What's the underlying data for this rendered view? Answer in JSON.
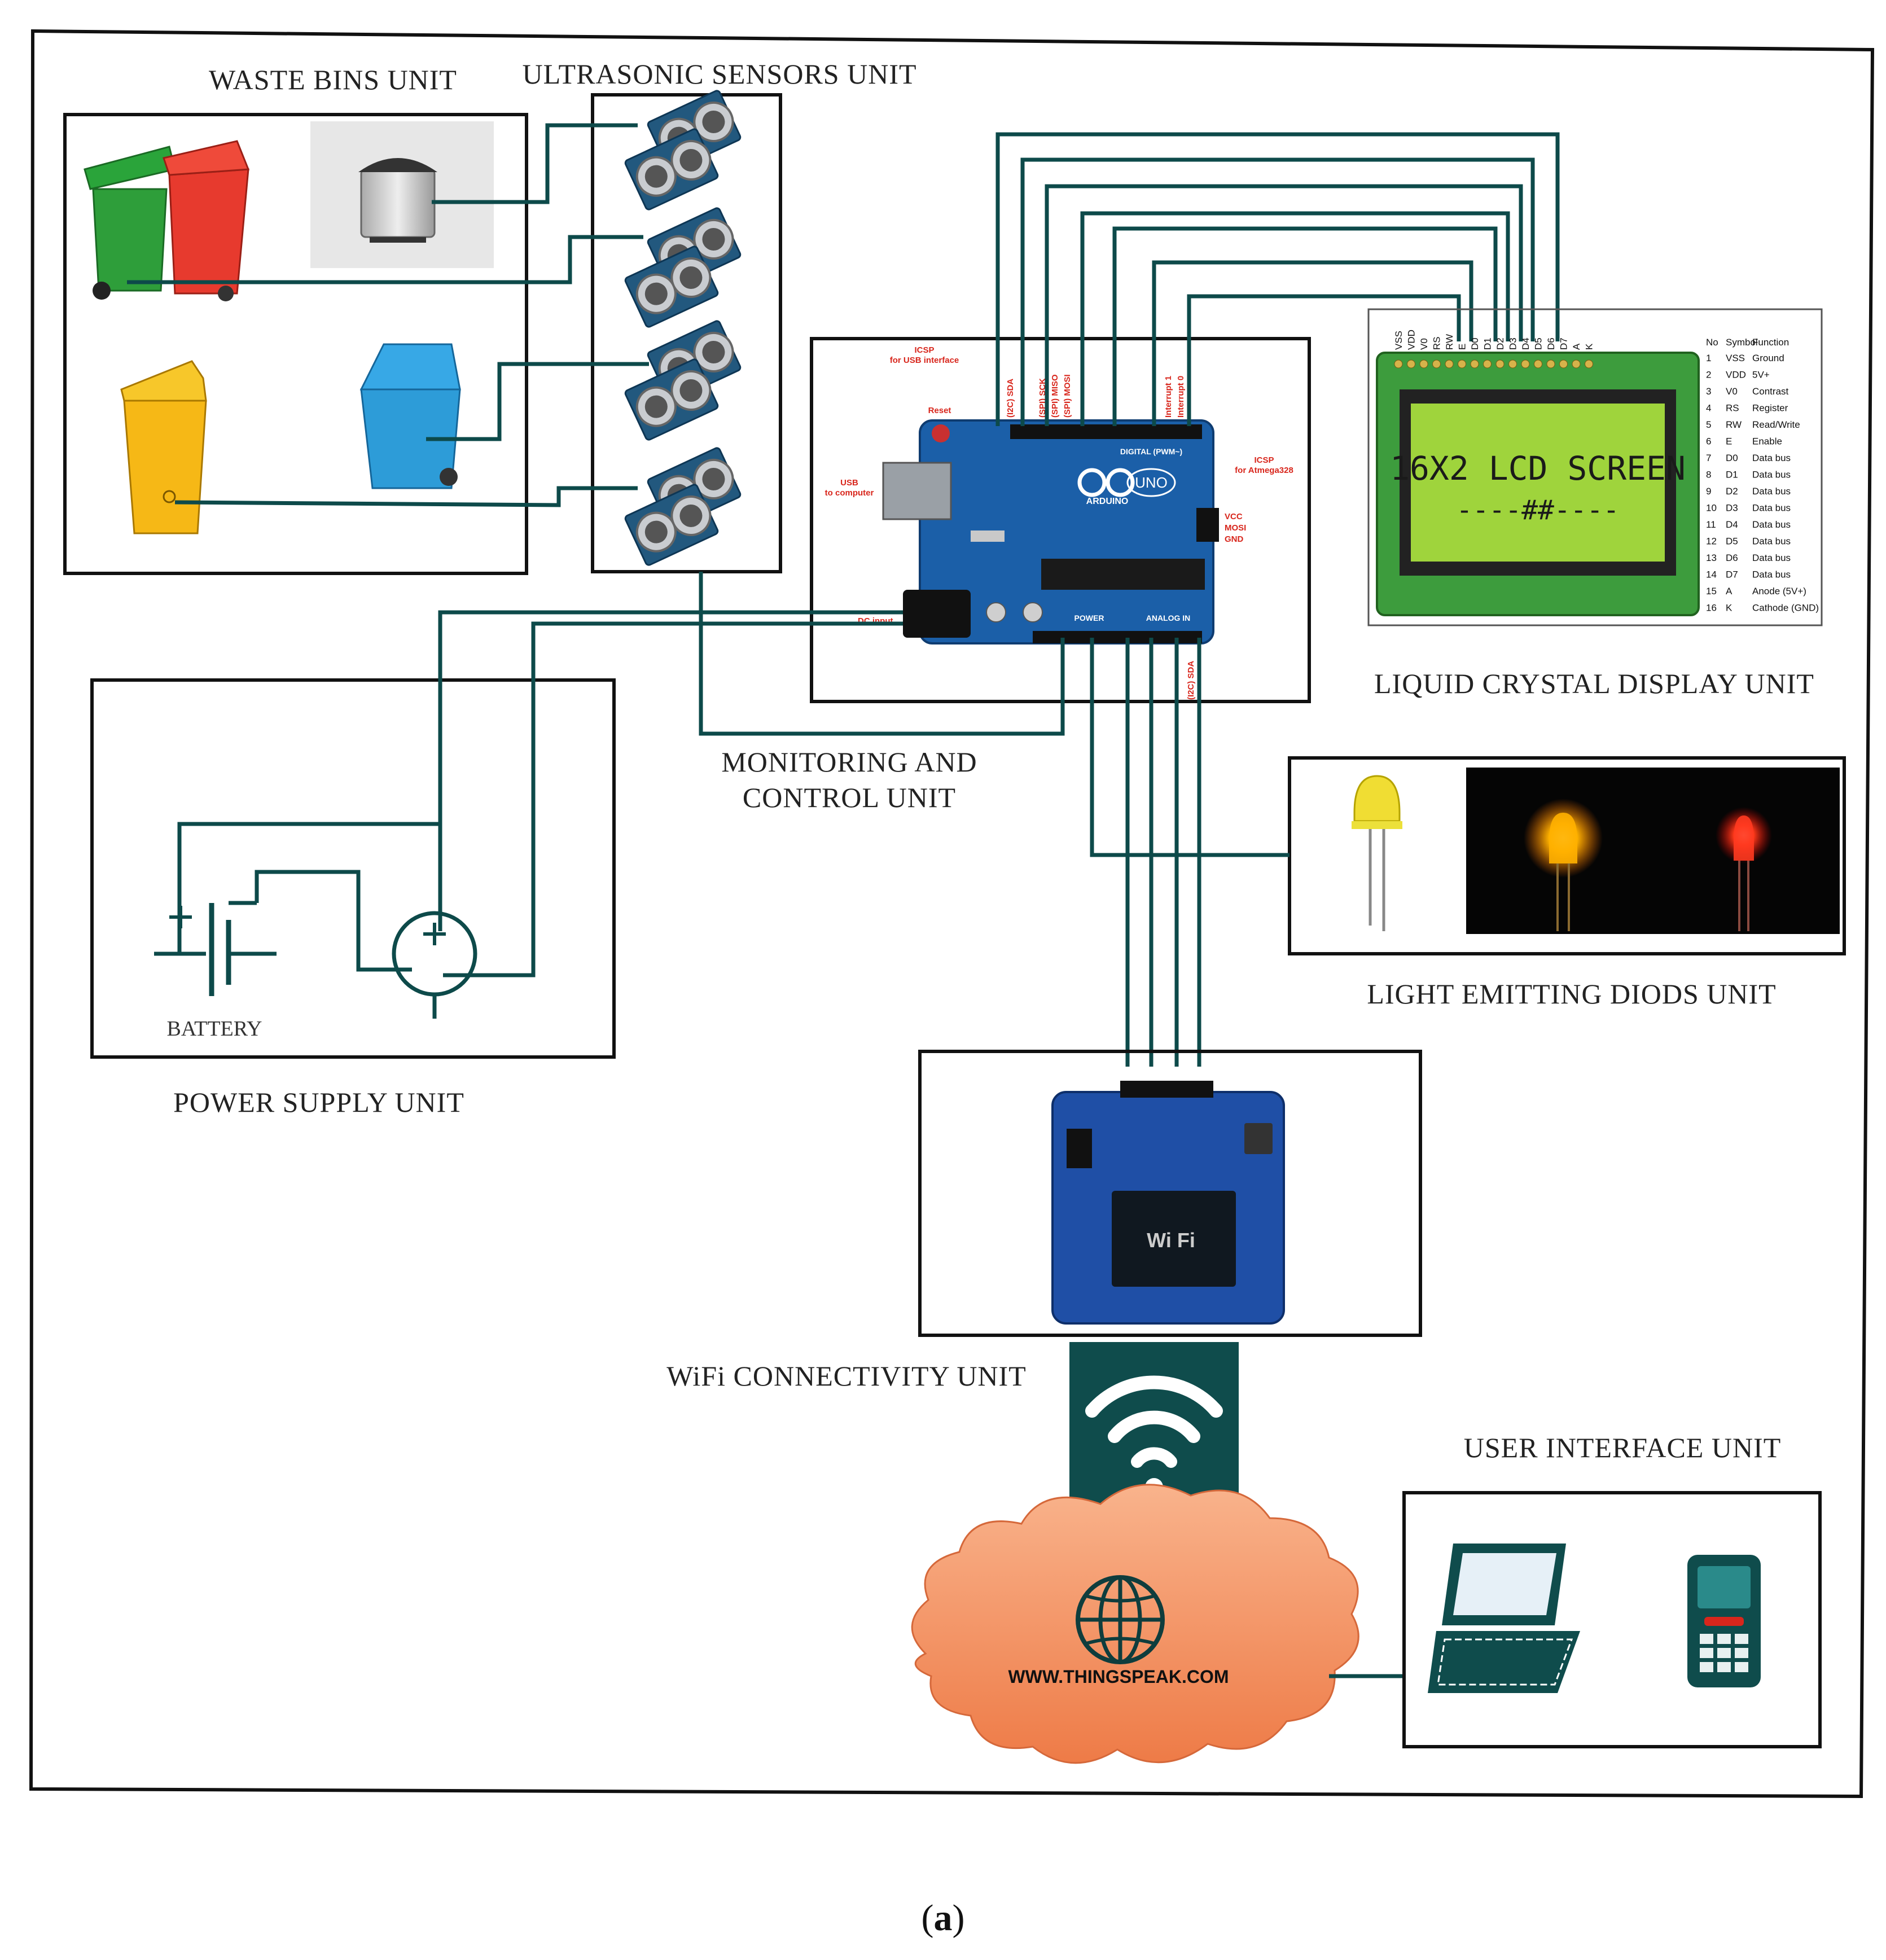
{
  "units": {
    "waste_bins": "WASTE BINS UNIT",
    "ultrasonic": "ULTRASONIC SENSORS UNIT",
    "monitoring_line1": "MONITORING AND",
    "monitoring_line2": "CONTROL UNIT",
    "lcd": "LIQUID CRYSTAL DISPLAY UNIT",
    "led": "LIGHT EMITTING DIODS UNIT",
    "power": "POWER SUPPLY UNIT",
    "wifi": "WiFi CONNECTIVITY UNIT",
    "ui": "USER INTERFACE UNIT"
  },
  "battery_label": "BATTERY",
  "cloud_url": "WWW.THINGSPEAK.COM",
  "caption_open": "(",
  "caption_letter": "a",
  "caption_close": ")",
  "lcd_screen": {
    "line1": "16X2 LCD SCREEN",
    "line2": "----##----",
    "pins": [
      "VSS",
      "VDD",
      "V0",
      "RS",
      "RW",
      "E",
      "D0",
      "D1",
      "D2",
      "D3",
      "D4",
      "D5",
      "D6",
      "D7",
      "A",
      "K"
    ],
    "table_header": [
      "No",
      "Symbol",
      "Function"
    ],
    "table": [
      [
        "1",
        "VSS",
        "Ground"
      ],
      [
        "2",
        "VDD",
        "5V+"
      ],
      [
        "3",
        "V0",
        "Contrast"
      ],
      [
        "4",
        "RS",
        "Register"
      ],
      [
        "5",
        "RW",
        "Read/Write"
      ],
      [
        "6",
        "E",
        "Enable"
      ],
      [
        "7",
        "D0",
        "Data bus"
      ],
      [
        "8",
        "D1",
        "Data bus"
      ],
      [
        "9",
        "D2",
        "Data bus"
      ],
      [
        "10",
        "D3",
        "Data bus"
      ],
      [
        "11",
        "D4",
        "Data bus"
      ],
      [
        "12",
        "D5",
        "Data bus"
      ],
      [
        "13",
        "D6",
        "Data bus"
      ],
      [
        "14",
        "D7",
        "Data bus"
      ],
      [
        "15",
        "A",
        "Anode (5V+)"
      ],
      [
        "16",
        "K",
        "Cathode (GND)"
      ]
    ]
  },
  "arduino": {
    "logo": "UNO",
    "brand": "ARDUINO",
    "icsp_usb": "ICSP",
    "icsp_usb_sub": "for USB interface",
    "reset": "Reset",
    "usb": "USB",
    "usb_sub": "to computer",
    "icsp_atmega": "ICSP",
    "icsp_atmega_sub": "for Atmega328",
    "spi_pins": [
      "VCC",
      "MOSI",
      "GND"
    ],
    "top_labels": [
      "(I2C) SDA",
      "(SPI) SCK",
      "(SPI) MISO",
      "(SPI) MOSI",
      "Interrupt 1",
      "Interrupt 0"
    ],
    "digital": "DIGITAL (PWM~)",
    "power": "POWER",
    "analog": "ANALOG IN",
    "bottom_label": "(I2C) SDA",
    "dc_input": "DC input"
  },
  "colors": {
    "wire": "#0d4a4a",
    "teal_dark": "#0f4c4c",
    "board_blue": "#1b5fa8",
    "cloud": "#f28a5a",
    "lcd_green": "#9fd43c"
  }
}
